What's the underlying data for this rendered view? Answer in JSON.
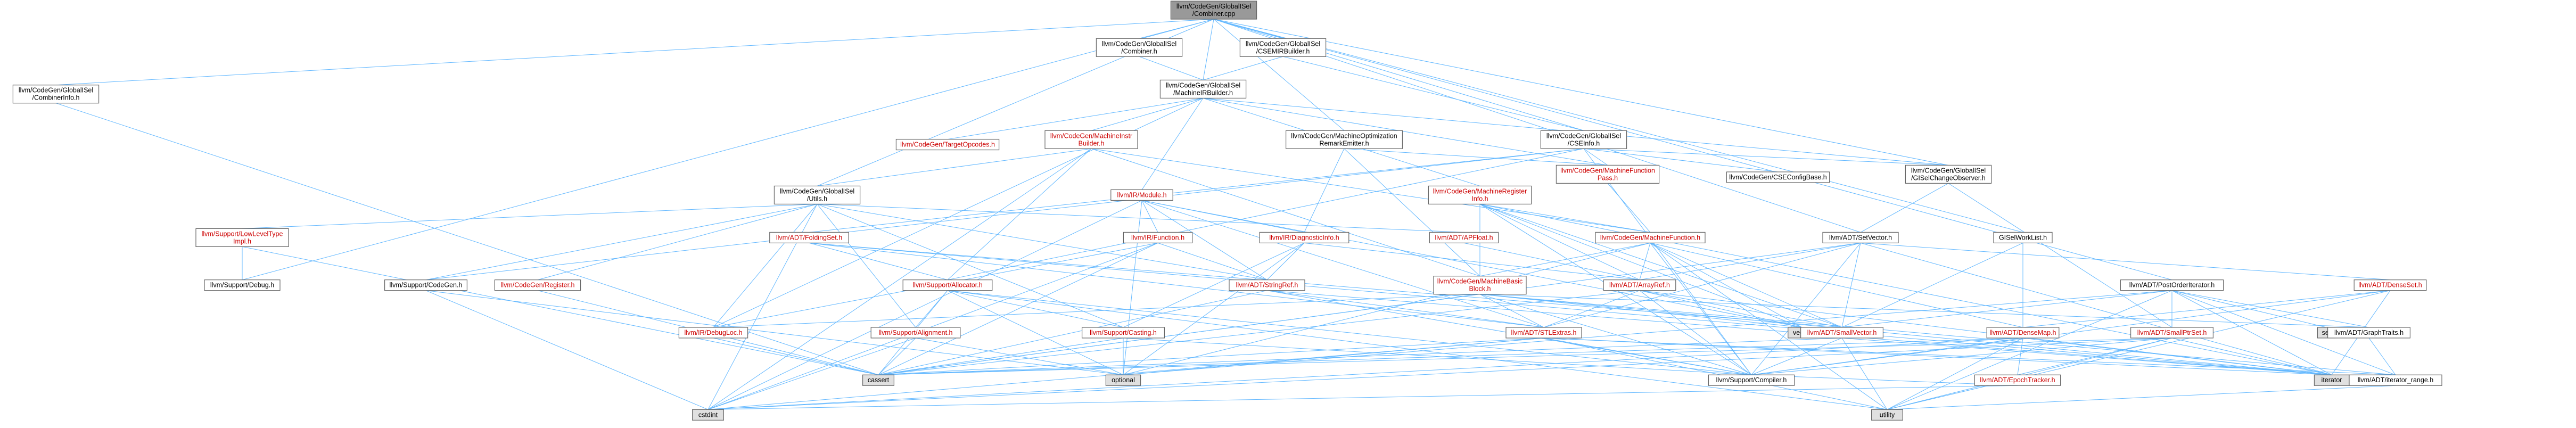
{
  "diagram": {
    "colors": {
      "edge": "#63b8ff",
      "node_border": "#666666",
      "node_fill": "#ffffff",
      "root_fill": "#999999",
      "external_fill": "#e0e0e0",
      "incomplete_text": "#cc0000"
    },
    "nodes": [
      {
        "id": "root",
        "lines": [
          "llvm/CodeGen/GlobalISel",
          "/Combiner.cpp"
        ],
        "style": "root"
      },
      {
        "id": "combinerinfo",
        "lines": [
          "llvm/CodeGen/GlobalISel",
          "/CombinerInfo.h"
        ],
        "style": "normal"
      },
      {
        "id": "combiner_h",
        "lines": [
          "llvm/CodeGen/GlobalISel",
          "/Combiner.h"
        ],
        "style": "normal"
      },
      {
        "id": "csemirbuilder",
        "lines": [
          "llvm/CodeGen/GlobalISel",
          "/CSEMIRBuilder.h"
        ],
        "style": "normal"
      },
      {
        "id": "mirbuilder",
        "lines": [
          "llvm/CodeGen/GlobalISel",
          "/MachineIRBuilder.h"
        ],
        "style": "normal"
      },
      {
        "id": "targetopcodes",
        "lines": [
          "llvm/CodeGen/TargetOpcodes.h"
        ],
        "style": "red"
      },
      {
        "id": "machineinstrbuilder",
        "lines": [
          "llvm/CodeGen/MachineInstr",
          "Builder.h"
        ],
        "style": "red"
      },
      {
        "id": "mor_emitter",
        "lines": [
          "llvm/CodeGen/MachineOptimization",
          "RemarkEmitter.h"
        ],
        "style": "normal"
      },
      {
        "id": "cseinfo",
        "lines": [
          "llvm/CodeGen/GlobalISel",
          "/CSEInfo.h"
        ],
        "style": "normal"
      },
      {
        "id": "mfpass",
        "lines": [
          "llvm/CodeGen/MachineFunction",
          "Pass.h"
        ],
        "style": "red"
      },
      {
        "id": "cseconfigbase",
        "lines": [
          "llvm/CodeGen/CSEConfigBase.h"
        ],
        "style": "normal"
      },
      {
        "id": "gischangeobserver",
        "lines": [
          "llvm/CodeGen/GlobalISel",
          "/GISelChangeObserver.h"
        ],
        "style": "normal"
      },
      {
        "id": "utils",
        "lines": [
          "llvm/CodeGen/GlobalISel",
          "/Utils.h"
        ],
        "style": "normal"
      },
      {
        "id": "irmodule",
        "lines": [
          "llvm/IR/Module.h"
        ],
        "style": "red"
      },
      {
        "id": "mri",
        "lines": [
          "llvm/CodeGen/MachineRegister",
          "Info.h"
        ],
        "style": "red"
      },
      {
        "id": "lowleveltype",
        "lines": [
          "llvm/Support/LowLevelType",
          "Impl.h"
        ],
        "style": "red"
      },
      {
        "id": "supportdebug",
        "lines": [
          "llvm/Support/Debug.h"
        ],
        "style": "normal"
      },
      {
        "id": "foldingset",
        "lines": [
          "llvm/ADT/FoldingSet.h"
        ],
        "style": "red"
      },
      {
        "id": "apfloat",
        "lines": [
          "llvm/ADT/APFloat.h"
        ],
        "style": "red"
      },
      {
        "id": "irfunction",
        "lines": [
          "llvm/IR/Function.h"
        ],
        "style": "red"
      },
      {
        "id": "diaginfo",
        "lines": [
          "llvm/IR/DiagnosticInfo.h"
        ],
        "style": "red"
      },
      {
        "id": "machinefunction",
        "lines": [
          "llvm/CodeGen/MachineFunction.h"
        ],
        "style": "red"
      },
      {
        "id": "setvector",
        "lines": [
          "llvm/ADT/SetVector.h"
        ],
        "style": "normal"
      },
      {
        "id": "gisworklist",
        "lines": [
          "GISelWorkList.h"
        ],
        "style": "normal"
      },
      {
        "id": "supportcodegen",
        "lines": [
          "llvm/Support/CodeGen.h"
        ],
        "style": "normal"
      },
      {
        "id": "codegenregister",
        "lines": [
          "llvm/CodeGen/Register.h"
        ],
        "style": "red"
      },
      {
        "id": "allocator",
        "lines": [
          "llvm/Support/Allocator.h"
        ],
        "style": "red"
      },
      {
        "id": "stringref",
        "lines": [
          "llvm/ADT/StringRef.h"
        ],
        "style": "red"
      },
      {
        "id": "arrayref",
        "lines": [
          "llvm/ADT/ArrayRef.h"
        ],
        "style": "red"
      },
      {
        "id": "mbb",
        "lines": [
          "llvm/CodeGen/MachineBasic",
          "Block.h"
        ],
        "style": "red"
      },
      {
        "id": "postorder",
        "lines": [
          "llvm/ADT/PostOrderIterator.h"
        ],
        "style": "normal"
      },
      {
        "id": "densemapinfo",
        "lines": [
          "llvm/ADT/DenseSet.h"
        ],
        "style": "red"
      },
      {
        "id": "debugloc",
        "lines": [
          "llvm/IR/DebugLoc.h"
        ],
        "style": "red"
      },
      {
        "id": "alignment",
        "lines": [
          "llvm/Support/Alignment.h"
        ],
        "style": "red"
      },
      {
        "id": "casting",
        "lines": [
          "llvm/Support/Casting.h"
        ],
        "style": "red"
      },
      {
        "id": "stlextras",
        "lines": [
          "llvm/ADT/STLExtras.h"
        ],
        "style": "red"
      },
      {
        "id": "vector",
        "lines": [
          "vector"
        ],
        "style": "external"
      },
      {
        "id": "smallvector",
        "lines": [
          "llvm/ADT/SmallVector.h"
        ],
        "style": "red"
      },
      {
        "id": "densemap",
        "lines": [
          "llvm/ADT/DenseMap.h"
        ],
        "style": "red"
      },
      {
        "id": "smallptrset",
        "lines": [
          "llvm/ADT/SmallPtrSet.h"
        ],
        "style": "red"
      },
      {
        "id": "set",
        "lines": [
          "set"
        ],
        "style": "external"
      },
      {
        "id": "graphtraits",
        "lines": [
          "llvm/ADT/GraphTraits.h"
        ],
        "style": "normal"
      },
      {
        "id": "cassert",
        "lines": [
          "cassert"
        ],
        "style": "external"
      },
      {
        "id": "optional",
        "lines": [
          "optional"
        ],
        "style": "external"
      },
      {
        "id": "compiler",
        "lines": [
          "llvm/Support/Compiler.h"
        ],
        "style": "normal"
      },
      {
        "id": "iterator",
        "lines": [
          "iterator"
        ],
        "style": "external"
      },
      {
        "id": "epochtracker",
        "lines": [
          "llvm/ADT/EpochTracker.h"
        ],
        "style": "red"
      },
      {
        "id": "iterator_range",
        "lines": [
          "llvm/ADT/iterator_range.h"
        ],
        "style": "normal"
      },
      {
        "id": "cstdint",
        "lines": [
          "cstdint"
        ],
        "style": "external"
      },
      {
        "id": "utility",
        "lines": [
          "utility"
        ],
        "style": "external"
      }
    ],
    "edges": [
      [
        "root",
        "combinerinfo"
      ],
      [
        "root",
        "combiner_h"
      ],
      [
        "root",
        "csemirbuilder"
      ],
      [
        "root",
        "mirbuilder"
      ],
      [
        "root",
        "mor_emitter"
      ],
      [
        "root",
        "cseinfo"
      ],
      [
        "root",
        "gischangeobserver"
      ],
      [
        "root",
        "utils"
      ],
      [
        "root",
        "supportdebug"
      ],
      [
        "root",
        "gisworklist"
      ],
      [
        "root",
        "postorder"
      ],
      [
        "root",
        "setvector"
      ],
      [
        "combinerinfo",
        "cassert"
      ],
      [
        "combiner_h",
        "mirbuilder"
      ],
      [
        "csemirbuilder",
        "mirbuilder"
      ],
      [
        "csemirbuilder",
        "cseinfo"
      ],
      [
        "mirbuilder",
        "targetopcodes"
      ],
      [
        "mirbuilder",
        "machineinstrbuilder"
      ],
      [
        "mirbuilder",
        "irmodule"
      ],
      [
        "mirbuilder",
        "mri"
      ],
      [
        "mirbuilder",
        "debugloc"
      ],
      [
        "mirbuilder",
        "gischangeobserver"
      ],
      [
        "mirbuilder",
        "mfpass"
      ],
      [
        "machineinstrbuilder",
        "utils"
      ],
      [
        "machineinstrbuilder",
        "machinefunction"
      ],
      [
        "machineinstrbuilder",
        "mbb"
      ],
      [
        "machineinstrbuilder",
        "cstdint"
      ],
      [
        "machineinstrbuilder",
        "allocator"
      ],
      [
        "mor_emitter",
        "diaginfo"
      ],
      [
        "mor_emitter",
        "mfpass"
      ],
      [
        "mor_emitter",
        "mbb"
      ],
      [
        "cseinfo",
        "mfpass"
      ],
      [
        "cseinfo",
        "cseconfigbase"
      ],
      [
        "cseinfo",
        "gischangeobserver"
      ],
      [
        "cseinfo",
        "foldingset"
      ],
      [
        "cseinfo",
        "allocator"
      ],
      [
        "cseinfo",
        "compiler"
      ],
      [
        "cseinfo",
        "supportcodegen"
      ],
      [
        "mfpass",
        "machinefunction"
      ],
      [
        "gischangeobserver",
        "smallptrset"
      ],
      [
        "gischangeobserver",
        "setvector"
      ],
      [
        "utils",
        "lowleveltype"
      ],
      [
        "utils",
        "apfloat"
      ],
      [
        "utils",
        "supportcodegen"
      ],
      [
        "utils",
        "codegenregister"
      ],
      [
        "utils",
        "debugloc"
      ],
      [
        "utils",
        "alignment"
      ],
      [
        "utils",
        "casting"
      ],
      [
        "utils",
        "stringref"
      ],
      [
        "utils",
        "cstdint"
      ],
      [
        "irmodule",
        "irfunction"
      ],
      [
        "irmodule",
        "diaginfo"
      ],
      [
        "irmodule",
        "stringref"
      ],
      [
        "irmodule",
        "stlextras"
      ],
      [
        "irmodule",
        "cstdint"
      ],
      [
        "irmodule",
        "vector"
      ],
      [
        "irmodule",
        "optional"
      ],
      [
        "mri",
        "machinefunction"
      ],
      [
        "mri",
        "mbb"
      ],
      [
        "mri",
        "arrayref"
      ],
      [
        "mri",
        "smallvector"
      ],
      [
        "mri",
        "iterator"
      ],
      [
        "mri",
        "vector"
      ],
      [
        "mri",
        "compiler"
      ],
      [
        "lowleveltype",
        "supportdebug"
      ],
      [
        "lowleveltype",
        "cassert"
      ],
      [
        "foldingset",
        "allocator"
      ],
      [
        "foldingset",
        "smallvector"
      ],
      [
        "foldingset",
        "stlextras"
      ],
      [
        "foldingset",
        "iterator"
      ],
      [
        "apfloat",
        "arrayref"
      ],
      [
        "irfunction",
        "stringref"
      ],
      [
        "irfunction",
        "debugloc"
      ],
      [
        "irfunction",
        "cassert"
      ],
      [
        "irfunction",
        "cstdint"
      ],
      [
        "diaginfo",
        "arrayref"
      ],
      [
        "diaginfo",
        "stringref"
      ],
      [
        "diaginfo",
        "casting"
      ],
      [
        "diaginfo",
        "optional"
      ],
      [
        "machinefunction",
        "mbb"
      ],
      [
        "machinefunction",
        "arrayref"
      ],
      [
        "machinefunction",
        "smallvector"
      ],
      [
        "machinefunction",
        "compiler"
      ],
      [
        "machinefunction",
        "densemap"
      ],
      [
        "machinefunction",
        "vector"
      ],
      [
        "machinefunction",
        "utility"
      ],
      [
        "machinefunction",
        "optional"
      ],
      [
        "setvector",
        "arrayref"
      ],
      [
        "setvector",
        "densemapinfo"
      ],
      [
        "setvector",
        "stlextras"
      ],
      [
        "setvector",
        "smallvector"
      ],
      [
        "setvector",
        "compiler"
      ],
      [
        "setvector",
        "cassert"
      ],
      [
        "setvector",
        "iterator"
      ],
      [
        "gisworklist",
        "densemap"
      ],
      [
        "gisworklist",
        "smallvector"
      ],
      [
        "supportcodegen",
        "cstdint"
      ],
      [
        "supportcodegen",
        "optional"
      ],
      [
        "codegenregister",
        "cassert"
      ],
      [
        "allocator",
        "alignment"
      ],
      [
        "allocator",
        "casting"
      ],
      [
        "allocator",
        "compiler"
      ],
      [
        "allocator",
        "cassert"
      ],
      [
        "allocator",
        "utility"
      ],
      [
        "allocator",
        "optional"
      ],
      [
        "stringref",
        "stlextras"
      ],
      [
        "stringref",
        "compiler"
      ],
      [
        "stringref",
        "iterator"
      ],
      [
        "stringref",
        "cassert"
      ],
      [
        "arrayref",
        "smallvector"
      ],
      [
        "arrayref",
        "stlextras"
      ],
      [
        "arrayref",
        "vector"
      ],
      [
        "arrayref",
        "compiler"
      ],
      [
        "arrayref",
        "iterator"
      ],
      [
        "arrayref",
        "cassert"
      ],
      [
        "mbb",
        "debugloc"
      ],
      [
        "mbb",
        "vector"
      ],
      [
        "mbb",
        "stlextras"
      ],
      [
        "mbb",
        "iterator_range"
      ],
      [
        "mbb",
        "compiler"
      ],
      [
        "mbb",
        "graphtraits"
      ],
      [
        "mbb",
        "iterator"
      ],
      [
        "mbb",
        "cassert"
      ],
      [
        "postorder",
        "graphtraits"
      ],
      [
        "postorder",
        "set"
      ],
      [
        "postorder",
        "smallptrset"
      ],
      [
        "postorder",
        "smallvector"
      ],
      [
        "postorder",
        "iterator_range"
      ],
      [
        "postorder",
        "iterator"
      ],
      [
        "postorder",
        "optional"
      ],
      [
        "postorder",
        "utility"
      ],
      [
        "densemapinfo",
        "densemap"
      ],
      [
        "densemapinfo",
        "compiler"
      ],
      [
        "densemapinfo",
        "iterator"
      ],
      [
        "densemapinfo",
        "utility"
      ],
      [
        "debugloc",
        "cassert"
      ],
      [
        "alignment",
        "cassert"
      ],
      [
        "alignment",
        "cstdint"
      ],
      [
        "alignment",
        "optional"
      ],
      [
        "casting",
        "cassert"
      ],
      [
        "casting",
        "optional"
      ],
      [
        "casting",
        "compiler"
      ],
      [
        "stlextras",
        "cassert"
      ],
      [
        "stlextras",
        "compiler"
      ],
      [
        "stlextras",
        "iterator"
      ],
      [
        "stlextras",
        "cstdint"
      ],
      [
        "stlextras",
        "optional"
      ],
      [
        "stlextras",
        "utility"
      ],
      [
        "stlextras",
        "iterator_range"
      ],
      [
        "smallvector",
        "compiler"
      ],
      [
        "smallvector",
        "cassert"
      ],
      [
        "smallvector",
        "iterator"
      ],
      [
        "smallvector",
        "utility"
      ],
      [
        "densemap",
        "compiler"
      ],
      [
        "densemap",
        "epochtracker"
      ],
      [
        "densemap",
        "iterator"
      ],
      [
        "densemap",
        "utility"
      ],
      [
        "densemap",
        "cassert"
      ],
      [
        "densemap",
        "cstdint"
      ],
      [
        "smallptrset",
        "compiler"
      ],
      [
        "smallptrset",
        "epochtracker"
      ],
      [
        "smallptrset",
        "iterator"
      ],
      [
        "smallptrset",
        "utility"
      ],
      [
        "smallptrset",
        "cassert"
      ],
      [
        "smallptrset",
        "cstdint"
      ],
      [
        "graphtraits",
        "iterator_range"
      ],
      [
        "iterator_range",
        "iterator"
      ],
      [
        "iterator_range",
        "utility"
      ],
      [
        "epochtracker",
        "compiler"
      ],
      [
        "epochtracker",
        "cstdint"
      ]
    ]
  }
}
